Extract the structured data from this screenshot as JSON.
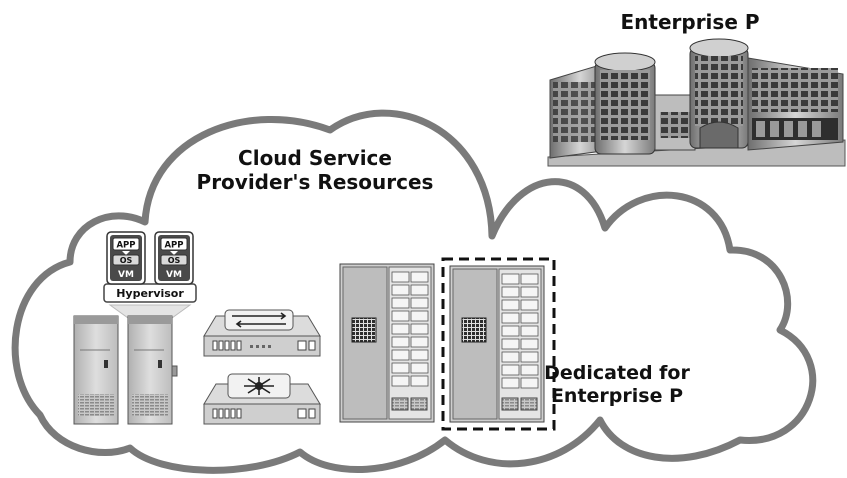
{
  "labels": {
    "enterprise_title": "Enterprise P",
    "cloud_title_line1": "Cloud Service",
    "cloud_title_line2": "Provider's Resources",
    "dedicated_line1": "Dedicated for",
    "dedicated_line2": "Enterprise P"
  },
  "virtualization": {
    "vms": [
      {
        "app": "APP",
        "os": "OS",
        "vm": "VM"
      },
      {
        "app": "APP",
        "os": "OS",
        "vm": "VM"
      }
    ],
    "hypervisor": "Hypervisor"
  },
  "colors": {
    "outline": "#7a7a7a",
    "dark_gray": "#4a4a4a",
    "light_gray": "#d9d9d9",
    "dashed_border": "#111111"
  },
  "icons": [
    "building-icon",
    "cloud-icon",
    "physical-server-icon",
    "virtual-server-icon",
    "network-switch-icon",
    "router-icon",
    "server-rack-icon"
  ]
}
